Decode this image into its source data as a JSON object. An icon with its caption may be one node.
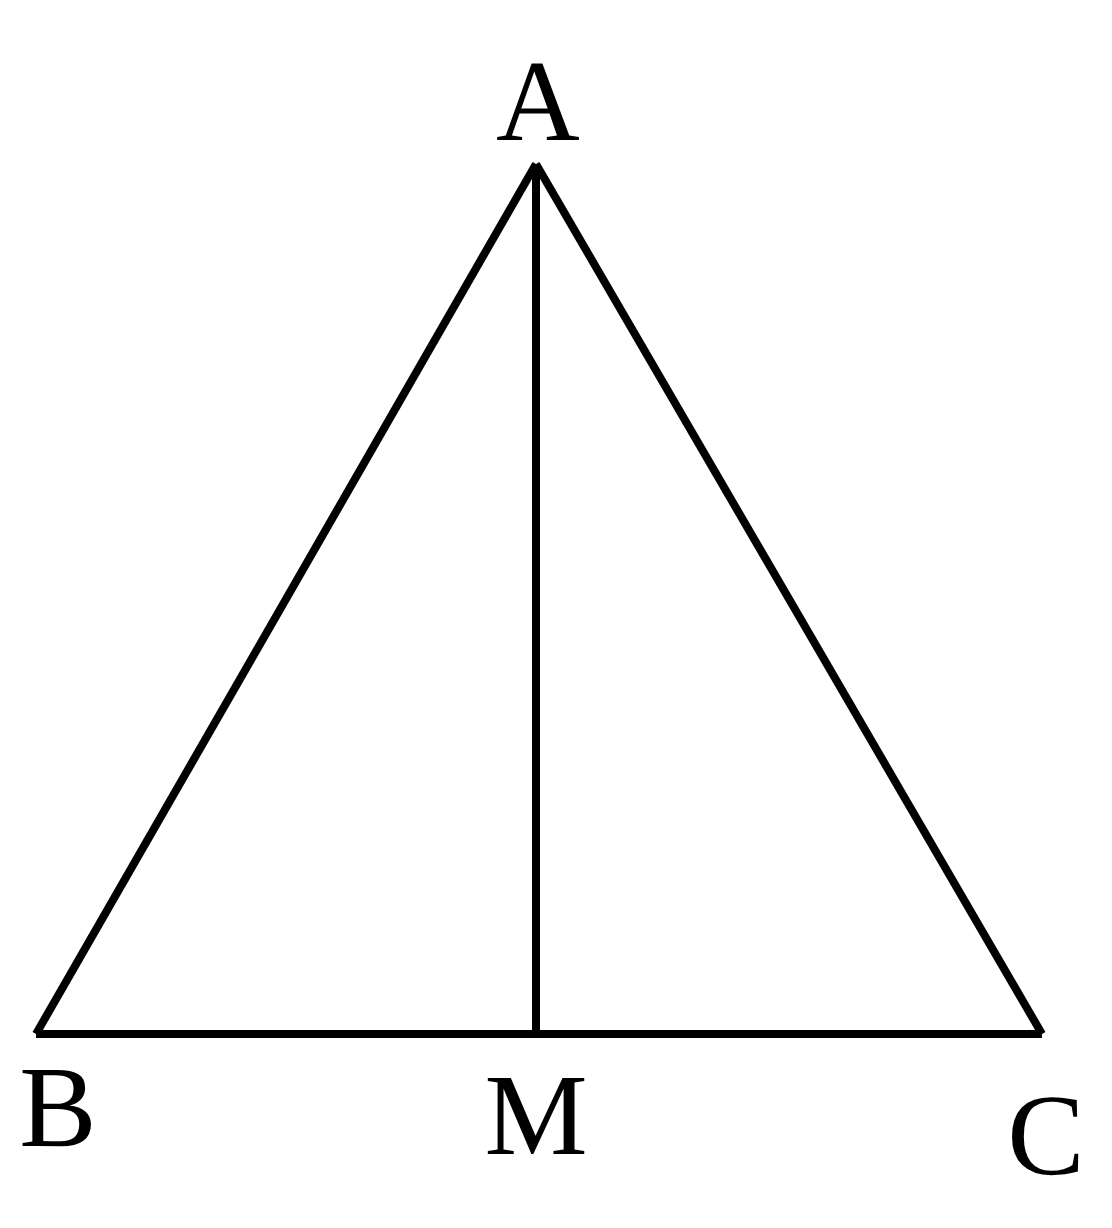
{
  "diagram": {
    "nodes": [
      {
        "text": [
          "A"
        ]
      },
      {
        "text": [
          "B"
        ]
      },
      {
        "text": [
          "M"
        ]
      },
      {
        "text": [
          "C"
        ]
      }
    ],
    "edges": [
      {
        "from": 0,
        "to": 1,
        "arrow": "none"
      },
      {
        "from": 0,
        "to": 3,
        "arrow": "none"
      },
      {
        "from": 0,
        "to": 2,
        "arrow": "none"
      },
      {
        "from": 1,
        "to": 2,
        "arrow": "none"
      },
      {
        "from": 2,
        "to": 3,
        "arrow": "none"
      }
    ]
  }
}
